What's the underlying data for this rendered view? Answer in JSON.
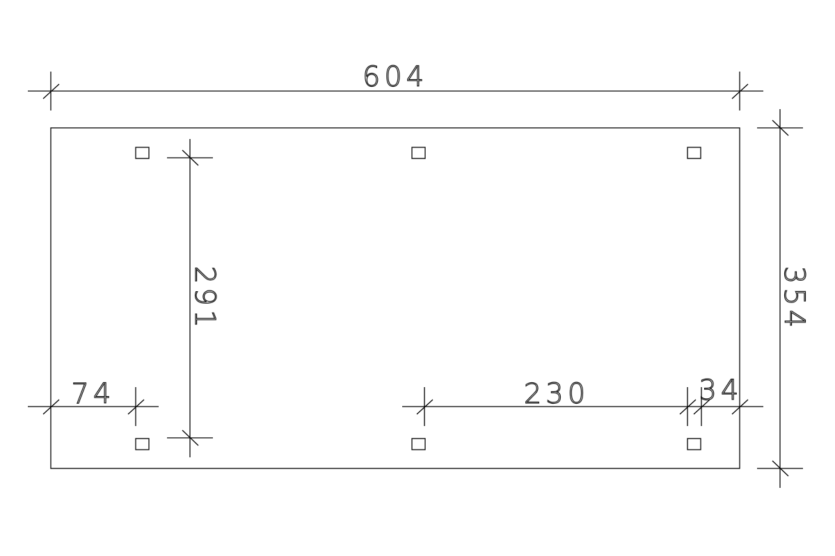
{
  "drawing": {
    "type": "plan view dimension drawing",
    "stroke_color": "#000000",
    "background": "#ffffff",
    "outline": {
      "width_label": "604",
      "depth_label": "354"
    },
    "dimensions": {
      "overall_width": "604",
      "overall_depth": "354",
      "post_span_depth": "291",
      "left_offset": "74",
      "post_spacing": "230",
      "right_offset": "34"
    },
    "posts": [
      {
        "row": "top",
        "col": "left"
      },
      {
        "row": "top",
        "col": "middle"
      },
      {
        "row": "top",
        "col": "right"
      },
      {
        "row": "bottom",
        "col": "left"
      },
      {
        "row": "bottom",
        "col": "middle"
      },
      {
        "row": "bottom",
        "col": "right"
      }
    ]
  }
}
